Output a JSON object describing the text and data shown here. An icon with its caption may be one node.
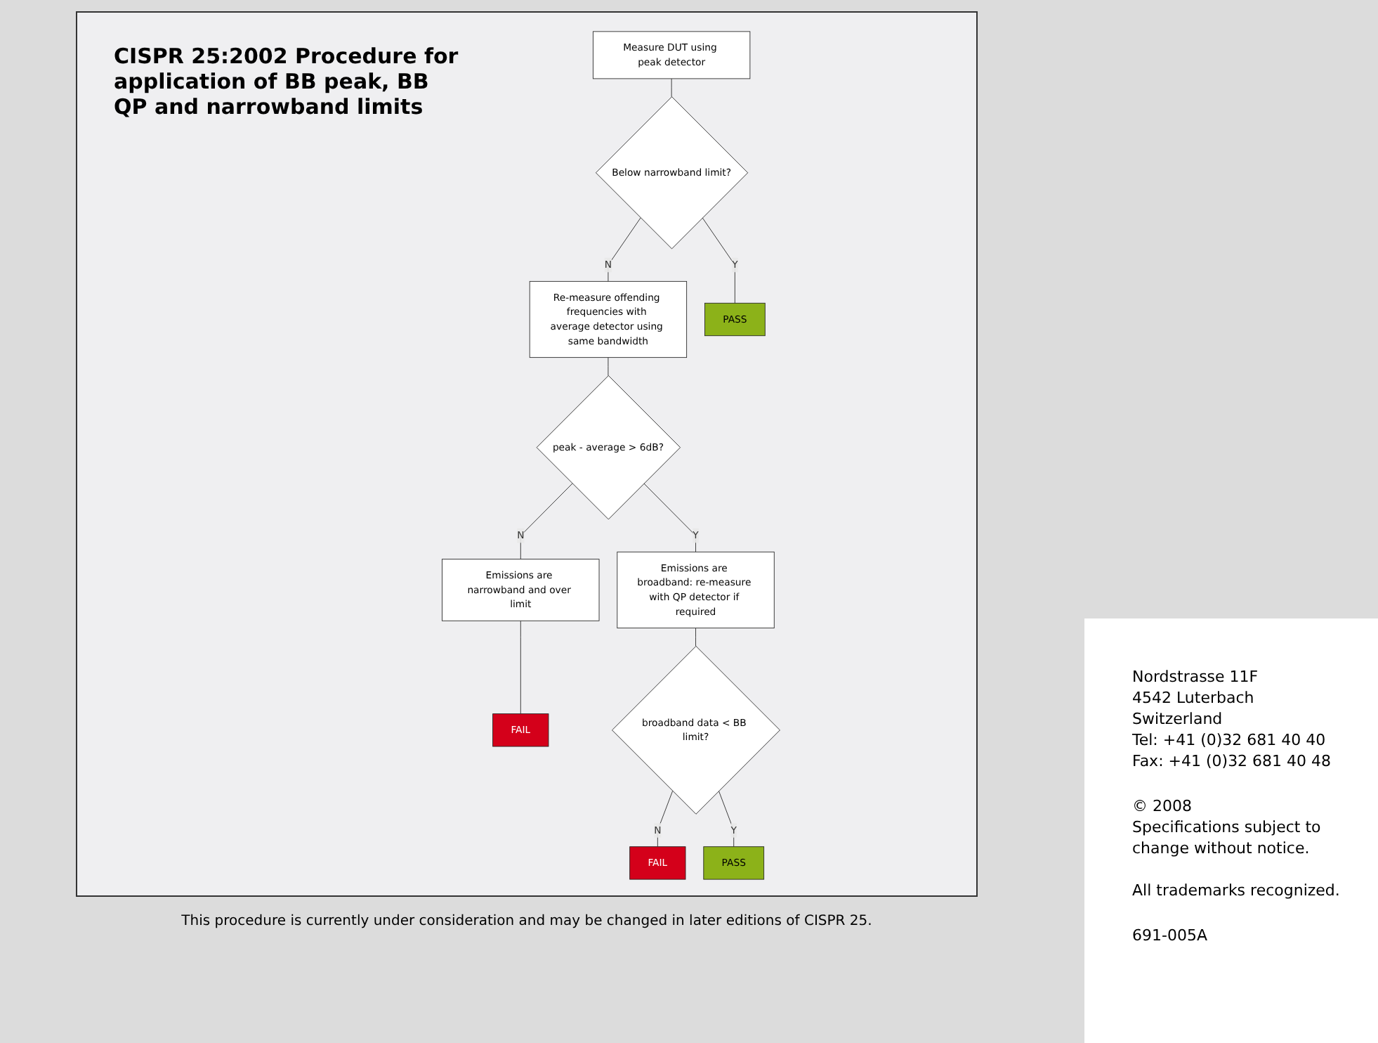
{
  "diagram": {
    "title": "CISPR 25:2002 Procedure for application of BB peak, BB QP and narrowband limits",
    "caption": "This procedure is currently under consideration and may be changed in later editions of CISPR 25.",
    "nodes": [
      {
        "text": [
          "Measure DUT using peak detector"
        ]
      },
      {
        "text": [
          "Below narrowband limit?"
        ]
      },
      {
        "text": [
          "Re-measure offending frequencies with average detector using same bandwidth"
        ]
      },
      {
        "text": [
          "PASS"
        ]
      },
      {
        "text": [
          "peak - average > 6dB?"
        ]
      },
      {
        "text": [
          "Emissions are narrowband and over limit"
        ]
      },
      {
        "text": [
          "Emissions are broadband: re-measure with QP detector if required"
        ]
      },
      {
        "text": [
          "FAIL"
        ]
      },
      {
        "text": [
          "broadband data < BB limit?"
        ]
      },
      {
        "text": [
          "FAIL"
        ]
      },
      {
        "text": [
          "PASS"
        ]
      }
    ],
    "edges": [
      {
        "from": 0,
        "to": 1,
        "arrow": "none"
      },
      {
        "from": 1,
        "to": 2,
        "arrow": "none",
        "label": "N"
      },
      {
        "from": 1,
        "to": 3,
        "arrow": "none",
        "label": "Y"
      },
      {
        "from": 2,
        "to": 4,
        "arrow": "none"
      },
      {
        "from": 4,
        "to": 5,
        "arrow": "none",
        "label": "N"
      },
      {
        "from": 4,
        "to": 6,
        "arrow": "none",
        "label": "Y"
      },
      {
        "from": 5,
        "to": 7,
        "arrow": "none"
      },
      {
        "from": 6,
        "to": 8,
        "arrow": "none"
      },
      {
        "from": 8,
        "to": 9,
        "arrow": "none",
        "label": "N"
      },
      {
        "from": 8,
        "to": 10,
        "arrow": "none",
        "label": "Y"
      }
    ],
    "labels": [
      "Nordstrasse 11F",
      "4542 Luterbach",
      "Switzerland",
      "Tel: +41 (0)32 681 40 40",
      "Fax: +41 (0)32 681 40 48",
      "© 2008",
      "Specifications subject to change without notice.",
      "All trademarks recognized.",
      "691-005A"
    ]
  }
}
